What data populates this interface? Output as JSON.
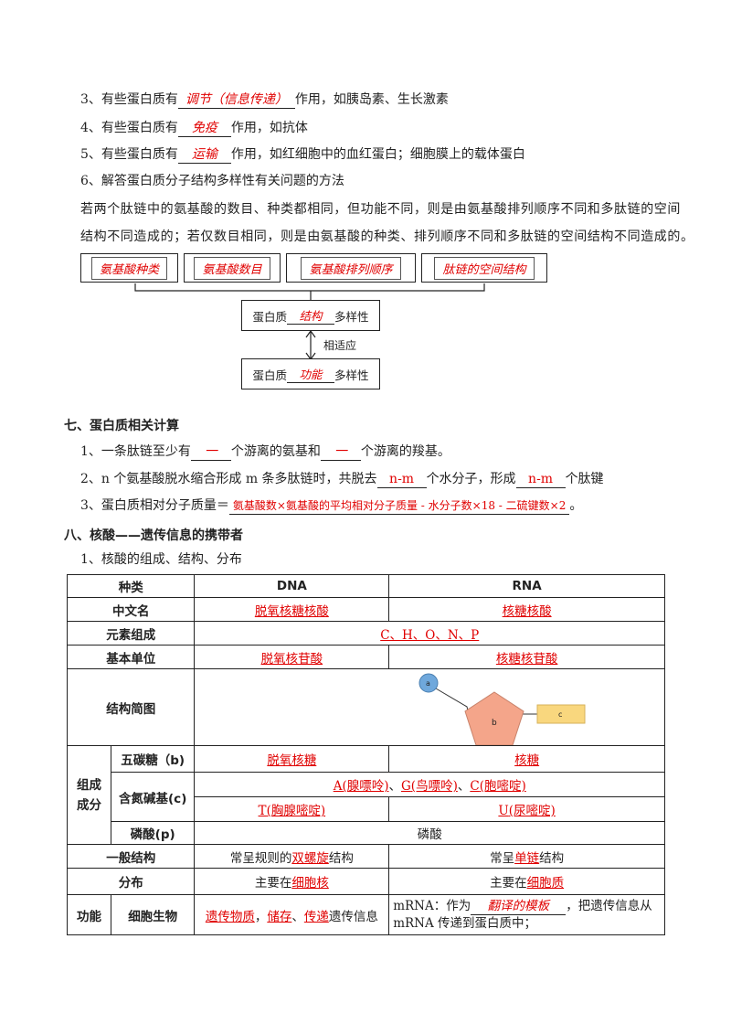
{
  "items": {
    "i3": {
      "prefix": "3、有些蛋白质有",
      "fill": "调节（信息传递）",
      "suffix": "作用，如胰岛素、生长激素"
    },
    "i4": {
      "prefix": "4、有些蛋白质有",
      "fill": "免疫",
      "suffix": "作用，如抗体"
    },
    "i5": {
      "prefix": "5、有些蛋白质有",
      "fill": "运输",
      "suffix": "作用，如红细胞中的血红蛋白；细胞膜上的载体蛋白"
    },
    "i6": "6、解答蛋白质分子结构多样性有关问题的方法",
    "p1": "若两个肽链中的氨基酸的数目、种类都相同，但功能不同，则是由氨基酸排列顺序不同和多肽链的空间",
    "p2": "结构不同造成的；若仅数目相同，则是由氨基酸的种类、排列顺序不同和多肽链的空间结构不同造成的。"
  },
  "diagram": {
    "boxes": [
      "氨基酸种类",
      "氨基酸数目",
      "氨基酸排列顺序",
      "肽链的空间结构"
    ],
    "structure": {
      "prefix": "蛋白质",
      "fill": "结构",
      "suffix": "多样性"
    },
    "link": "相适应",
    "function": {
      "prefix": "蛋白质",
      "fill": "功能",
      "suffix": "多样性"
    }
  },
  "section7": {
    "title": "七、蛋白质相关计算",
    "l1": {
      "a": "1、一条肽链至少有",
      "f1": "一",
      "b": "个游离的氨基和",
      "f2": "一",
      "c": "个游离的羧基。"
    },
    "l2": {
      "a": "2、n 个氨基酸脱水缩合形成 m 条多肽链时，共脱去",
      "f1": "n-m",
      "b": "个水分子，形成",
      "f2": "n-m",
      "c": "个肽键"
    },
    "l3": {
      "a": "3、蛋白质相对分子质量＝",
      "f": "氨基酸数×氨基酸的平均相对分子质量 - 水分子数×18 - 二硫键数×2",
      "c": "。"
    }
  },
  "section8": {
    "title": "八、核酸——遗传信息的携带者",
    "sub": "1、核酸的组成、结构、分布"
  },
  "table": {
    "head": [
      "种类",
      "DNA",
      "RNA"
    ],
    "cn_name": {
      "label": "中文名",
      "dna": "脱氧核糖核酸",
      "rna": "核糖核酸"
    },
    "elements": {
      "label": "元素组成",
      "value": "C、H、O、N、P"
    },
    "unit": {
      "label": "基本单位",
      "dna": "脱氧核苷酸",
      "rna": "核糖核苷酸"
    },
    "diagram": {
      "label": "结构简图",
      "a": "a",
      "b": "b",
      "c": "c"
    },
    "composition": {
      "label": "组成成分",
      "sugar": {
        "label": "五碳糖（b)",
        "dna": "脱氧核糖",
        "rna": "核糖"
      },
      "base": {
        "label": "含氮碱基(c)",
        "shared": {
          "A": "A",
          "A_name": "(腺嘌呤)",
          "sep1": "、",
          "G": "G",
          "G_name": "(鸟嘌呤)",
          "sep2": "、",
          "C": "C",
          "C_name": "(胞嘧啶)"
        },
        "dna": {
          "L": "T",
          "name": "(胸腺嘧啶)"
        },
        "rna": {
          "L": "U",
          "name": "(尿嘧啶)"
        }
      },
      "phosphate": {
        "label": "磷酸(p)",
        "value": "磷酸"
      }
    },
    "general": {
      "label": "一般结构",
      "dna_pre": "常呈规则的",
      "dna_fill": "双螺旋",
      "dna_post": "结构",
      "rna_pre": "常呈",
      "rna_fill": "单链",
      "rna_post": "结构"
    },
    "distribution": {
      "label": "分布",
      "dna_pre": "主要在",
      "dna_fill": "细胞核",
      "rna_pre": "主要在",
      "rna_fill": "细胞质"
    },
    "function": {
      "label": "功能",
      "sub": "细胞生物",
      "dna_f1": "遗传物质",
      "sep1": "，",
      "dna_f2": "储存",
      "sep2": "、",
      "dna_f3": "传递",
      "dna_post": "遗传信息",
      "rna_pre": "mRNA：作为",
      "rna_fill": "翻译的模板",
      "rna_post": "，把遗传信息从",
      "rna_line2": "mRNA 传递到蛋白质中；"
    }
  },
  "colors": {
    "answer": "#e00000",
    "circle": "#6fa8dc",
    "pentagon": "#f4a58a",
    "rect": "#f9d77e"
  }
}
